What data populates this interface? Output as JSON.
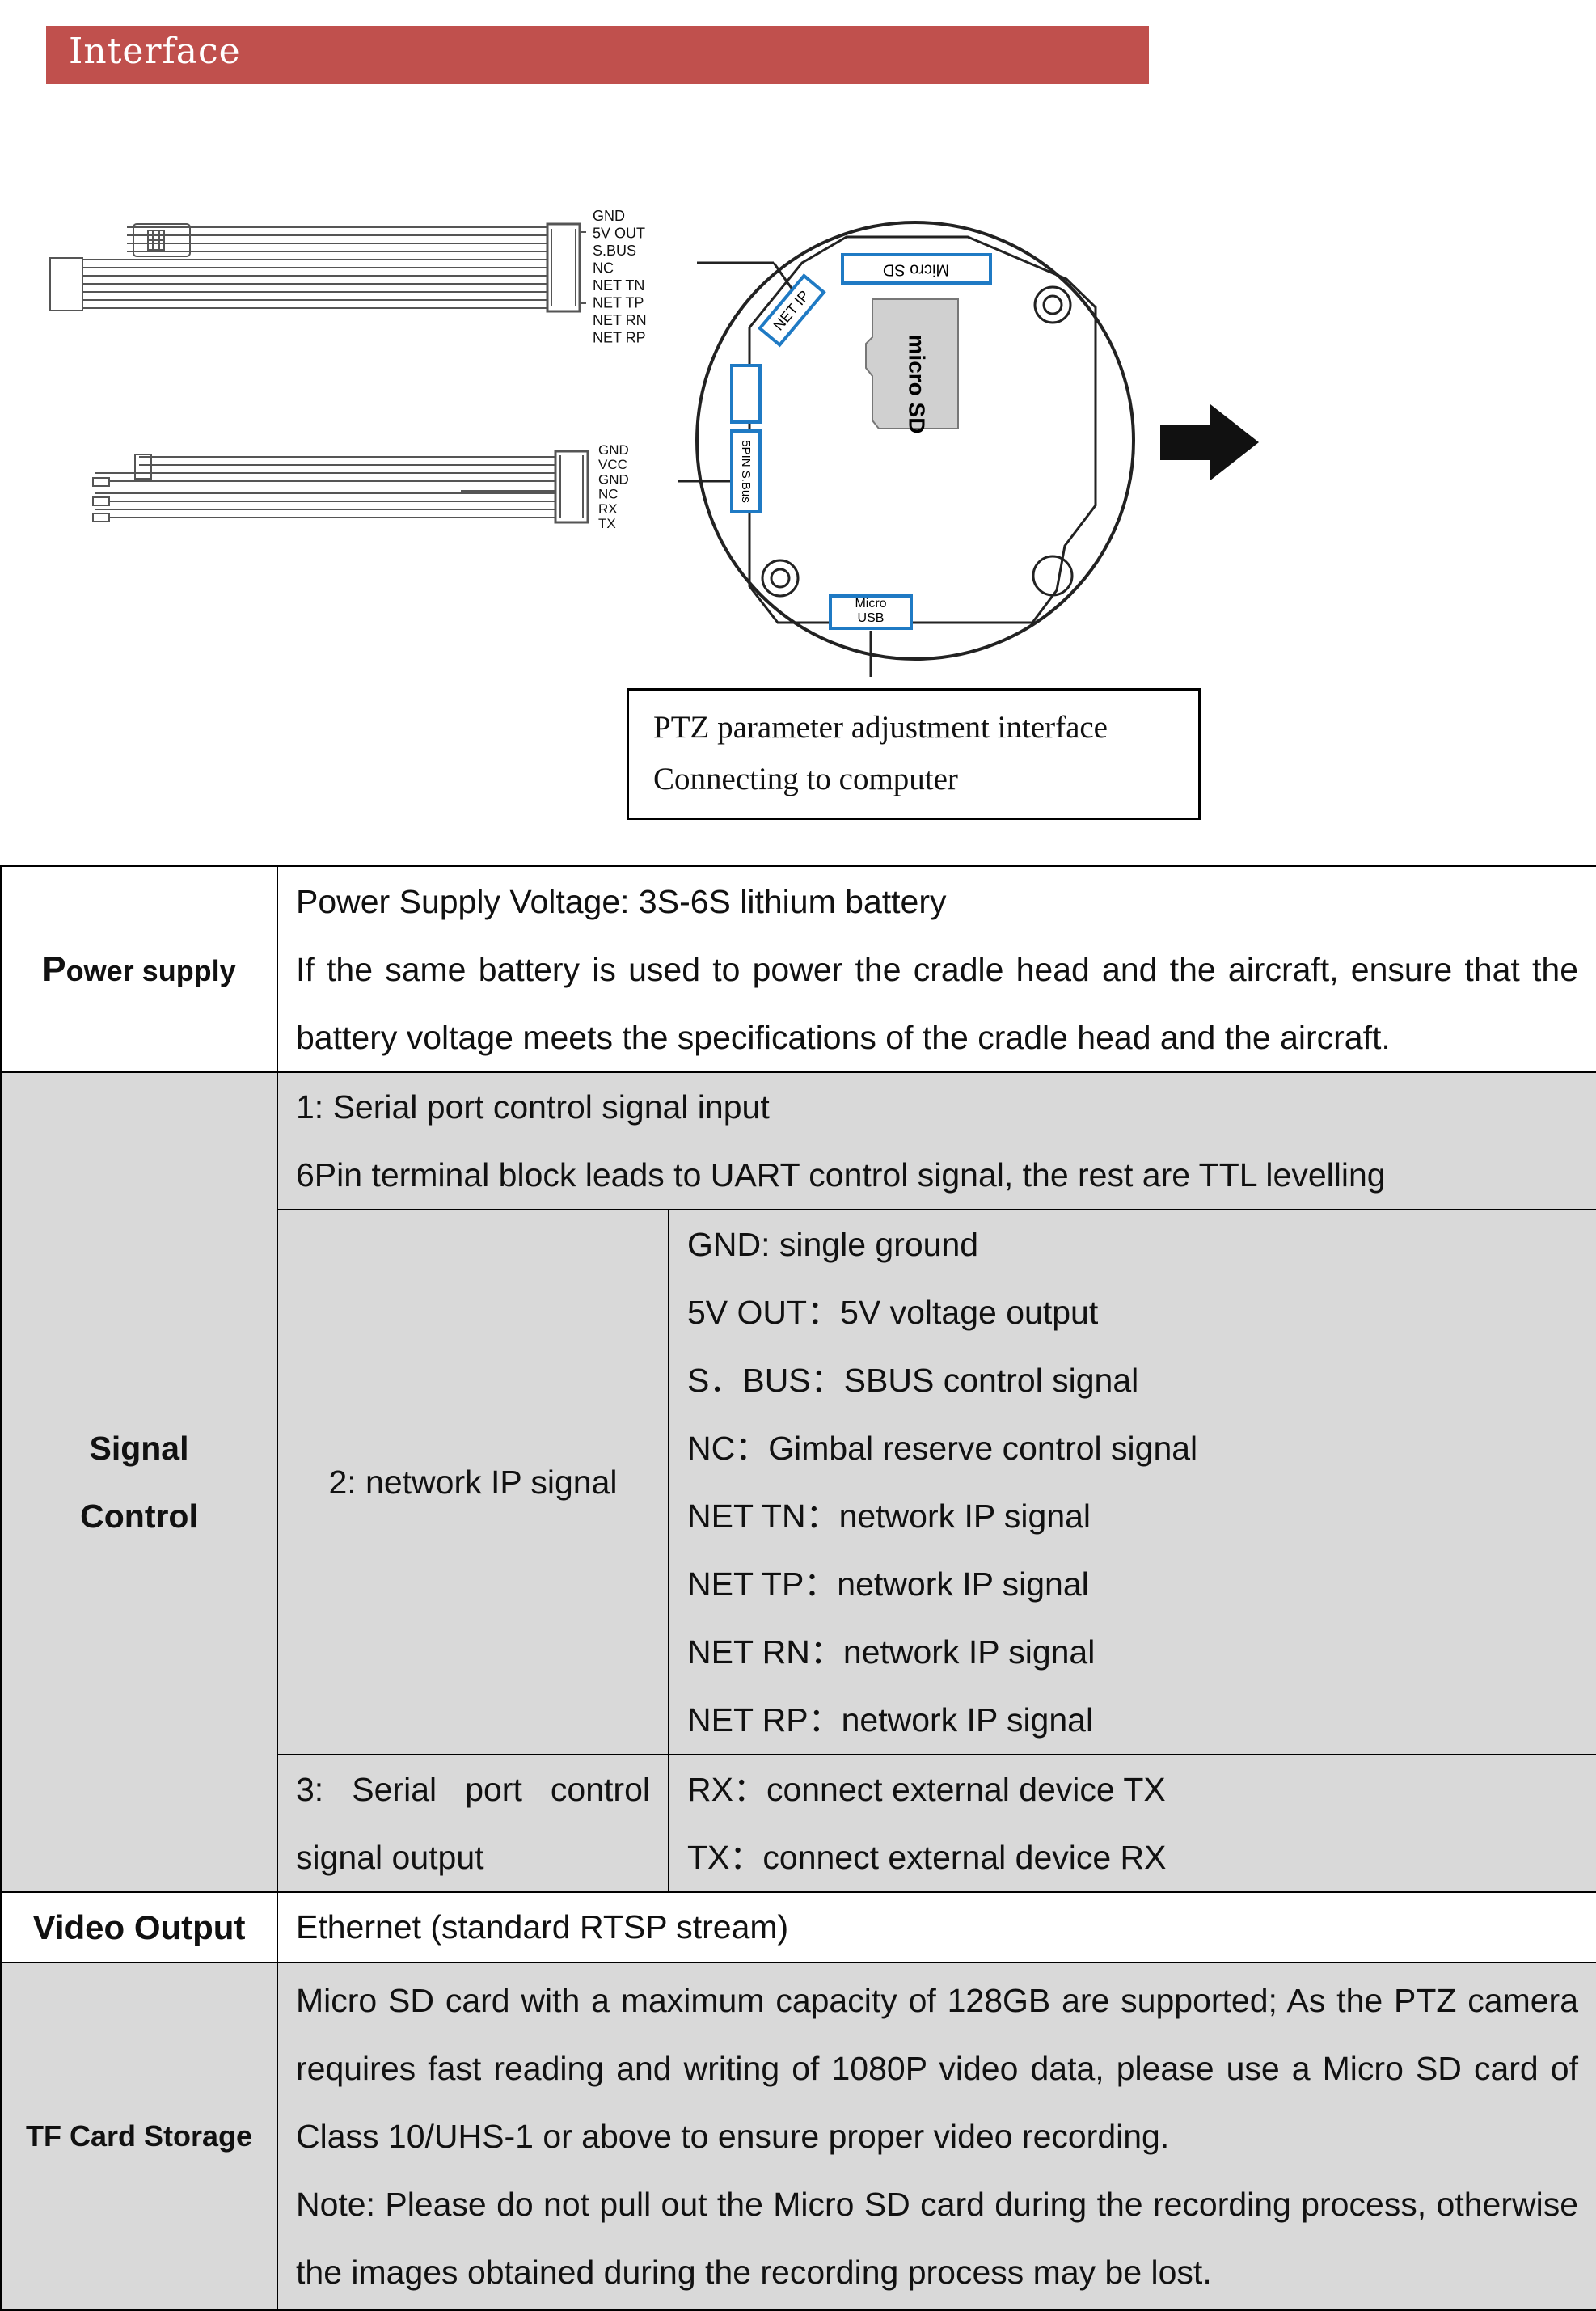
{
  "header": {
    "title": "Interface"
  },
  "diagram": {
    "cable1_pins": [
      "GND",
      "5V OUT",
      "S.BUS",
      "NC",
      "NET TN",
      "NET TP",
      "NET RN",
      "NET RP"
    ],
    "cable2_pins": [
      "GND",
      "VCC",
      "GND",
      "NC",
      "RX",
      "TX"
    ],
    "board_labels": {
      "micro_sd_slot": "Micro SD",
      "net_ip_port": "NET IP",
      "pin5_port": "5PIN S.Bus",
      "micro_usb_port_line1": "Micro",
      "micro_usb_port_line2": "USB",
      "sd_card_label": "micro SD"
    },
    "callout": {
      "line1": "PTZ parameter adjustment interface",
      "line2": "Connecting to computer"
    }
  },
  "table": {
    "power": {
      "label_initial": "P",
      "label_rest": "ower supply",
      "line1": "Power Supply Voltage: 3S-6S lithium battery",
      "line2": "If the same battery is used to power the cradle head and the aircraft, ensure that the battery voltage meets the specifications of the cradle head and the aircraft."
    },
    "signal": {
      "label_line1": "Signal",
      "label_line2": "Control",
      "serial_input_title": "1: Serial port control signal input",
      "serial_input_desc": "6Pin terminal block leads to UART control signal, the rest are TTL levelling",
      "network_label": "2: network IP signal",
      "network_items": [
        "GND: single ground",
        "5V OUT：5V voltage output",
        "S．BUS：SBUS control signal",
        "NC：Gimbal reserve control signal",
        "NET TN：network IP signal",
        "NET TP：network IP signal",
        "NET RN：network IP signal",
        "NET RP：network IP signal"
      ],
      "serial_output_label": "3: Serial port control signal output",
      "serial_output_items": [
        "RX：connect external device TX",
        "TX：connect external device RX"
      ]
    },
    "video": {
      "label": "Video Output",
      "value": "Ethernet (standard RTSP stream)"
    },
    "tf": {
      "label": "TF Card Storage",
      "para1": "Micro SD card with a maximum capacity of 128GB are supported; As the PTZ camera requires fast reading and writing of 1080P video data, please use a Micro SD card of Class 10/UHS-1 or above to ensure proper video recording.",
      "para2": "Note: Please do not pull out the Micro SD card during the recording process, otherwise the images obtained during the recording process may be lost."
    }
  }
}
